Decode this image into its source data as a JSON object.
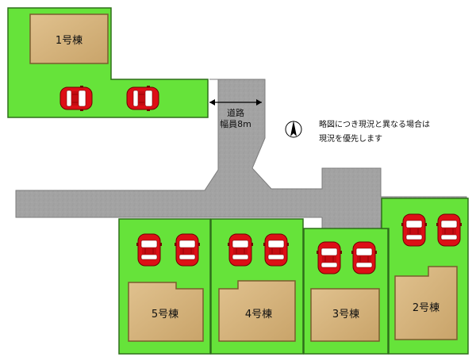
{
  "buildings": [
    {
      "id": "b1",
      "label": "1号棟"
    },
    {
      "id": "b2",
      "label": "2号棟"
    },
    {
      "id": "b3",
      "label": "3号棟"
    },
    {
      "id": "b4",
      "label": "4号棟"
    },
    {
      "id": "b5",
      "label": "5号棟"
    }
  ],
  "road": {
    "line1": "道路",
    "line2": "幅員8m"
  },
  "note": {
    "line1": "略図につき現況と異なる場合は",
    "line2": "現況を優先します"
  },
  "north_icon": "north-arrow-icon",
  "colors": {
    "lot": "#66e33a",
    "lot_border": "#2f6f1a",
    "road": "#a3a3a3",
    "building": "#d4b27d",
    "car": "#dd0f16"
  }
}
